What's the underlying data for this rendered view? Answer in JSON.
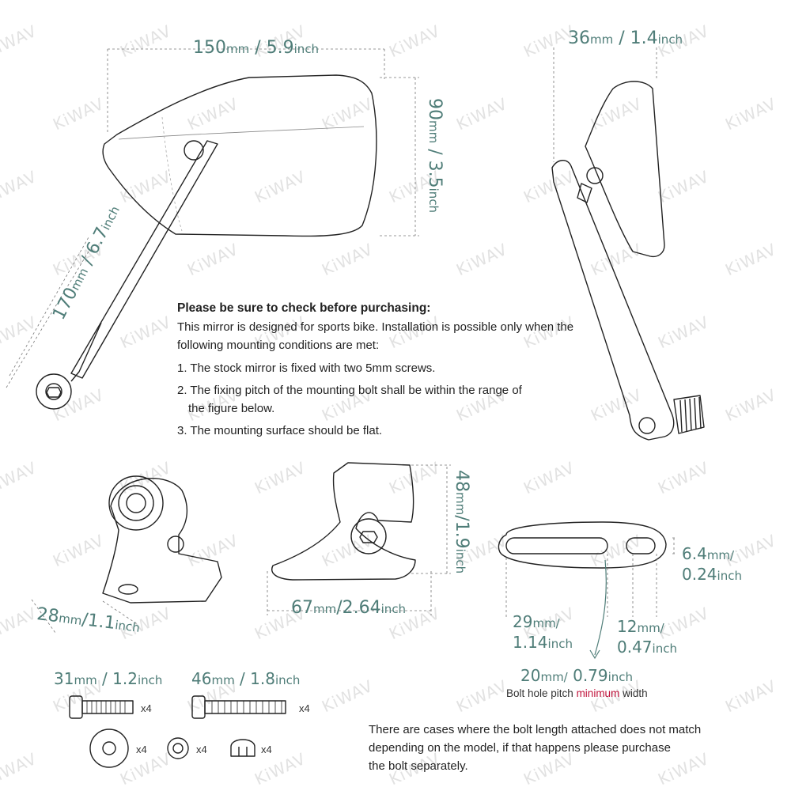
{
  "watermark": "KiWAV",
  "dims": {
    "width": {
      "num": "150",
      "unit": "mm",
      "sep": " / ",
      "num2": "5.9",
      "unit2": "inch"
    },
    "height": {
      "num": "90",
      "unit": "mm",
      "sep": " / ",
      "num2": "3.5",
      "unit2": "inch"
    },
    "arm": {
      "num": "170",
      "unit": "mm",
      "sep": " / ",
      "num2": "6.7",
      "unit2": "inch"
    },
    "depth": {
      "num": "36",
      "unit": "mm",
      "sep": " / ",
      "num2": "1.4",
      "unit2": "inch"
    },
    "mount_h": {
      "num": "48",
      "unit": "mm",
      "sep": "/",
      "num2": "1.9",
      "unit2": "inch"
    },
    "mount_l": {
      "num": "67",
      "unit": "mm",
      "sep": "/",
      "num2": "2.64",
      "unit2": "inch"
    },
    "mount_w": {
      "num": "28",
      "unit": "mm",
      "sep": "/",
      "num2": "1.1",
      "unit2": "inch"
    },
    "slot_w": {
      "num": "6.4",
      "unit": "mm/",
      "num2": "0.24",
      "unit2": "inch"
    },
    "pitch_min": {
      "num": "29",
      "unit": "mm/",
      "num2": "1.14",
      "unit2": "inch"
    },
    "pitch_max": {
      "num": "12",
      "unit": "mm/",
      "num2": "0.47",
      "unit2": "inch"
    },
    "pitch": {
      "num": "20",
      "unit": "mm/",
      "num2": " 0.79",
      "unit2": "inch"
    },
    "bolt1": {
      "num": "31",
      "unit": "mm",
      "sep": " / ",
      "num2": "1.2",
      "unit2": "inch"
    },
    "bolt2": {
      "num": "46",
      "unit": "mm",
      "sep": " / ",
      "num2": "1.8",
      "unit2": "inch"
    }
  },
  "notice": {
    "title": "Please be sure to check before purchasing:",
    "line1": "This mirror is designed for sports bike. Installation is possible only when the",
    "line2": "following mounting conditions are met:",
    "item1": "1. The stock mirror is fixed with two 5mm screws.",
    "item2a": "2. The fixing pitch of the mounting bolt shall be within the range of",
    "item2b": "the figure below.",
    "item3": "3. The mounting surface should be flat."
  },
  "pitch_caption": {
    "pre": "Bolt hole pitch ",
    "highlight": "minimum",
    "post": " width"
  },
  "quantities": {
    "bolt1": "x4",
    "bolt2": "x4",
    "washer_big": "x4",
    "washer_small": "x4",
    "nut": "x4"
  },
  "bolt_note": {
    "line1": "There are cases where the bolt length attached does not match",
    "line2": "depending on the model, if that happens please purchase",
    "line3": "the bolt separately."
  }
}
